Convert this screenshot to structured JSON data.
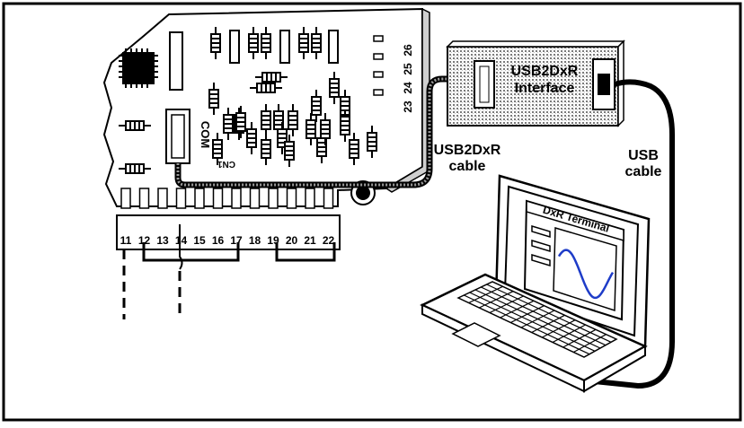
{
  "labels": {
    "interface_box": [
      "USB2DxR",
      "Interface"
    ],
    "cable_usb2dxr": [
      "USB2DxR",
      "cable"
    ],
    "cable_usb": [
      "USB",
      "cable"
    ],
    "screen_title": "DxR Terminal",
    "com_port": "COM",
    "cn_marking": "CN1"
  },
  "terminals": {
    "bottom_row": [
      "11",
      "12",
      "13",
      "14",
      "15",
      "16",
      "17",
      "18",
      "19",
      "20",
      "21",
      "22"
    ],
    "right_column": [
      "26",
      "25",
      "24",
      "23"
    ]
  },
  "colors": {
    "line": "#000000",
    "background": "#ffffff",
    "sine_wave": "#1e3cc8",
    "cable_braid": "#9a9a9a"
  }
}
